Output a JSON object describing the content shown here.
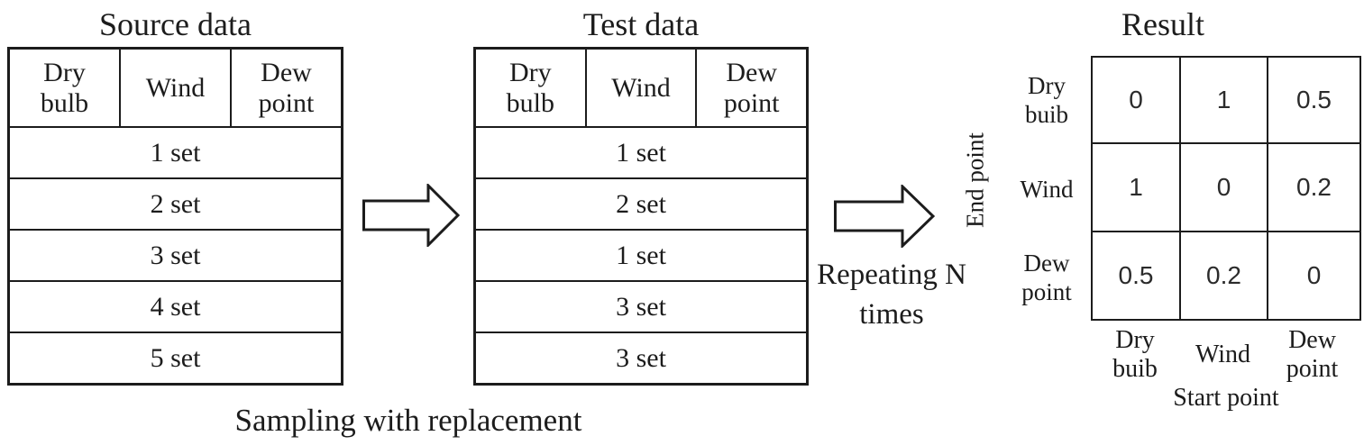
{
  "source_table": {
    "title": "Source data",
    "headers": [
      "Dry bulb",
      "Wind",
      "Dew point"
    ],
    "rows": [
      "1 set",
      "2 set",
      "3 set",
      "4 set",
      "5 set"
    ]
  },
  "test_table": {
    "title": "Test data",
    "headers": [
      "Dry bulb",
      "Wind",
      "Dew point"
    ],
    "rows": [
      "1 set",
      "2 set",
      "1 set",
      "3 set",
      "3 set"
    ]
  },
  "sampling_caption": "Sampling with replacement",
  "repeat_label": "Repeating N times",
  "result_matrix": {
    "title": "Result",
    "y_axis_label": "End point",
    "x_axis_label": "Start point",
    "row_labels": [
      "Dry buib",
      "Wind",
      "Dew point"
    ],
    "col_labels": [
      "Dry buib",
      "Wind",
      "Dew point"
    ],
    "values": [
      [
        "0",
        "1",
        "0.5"
      ],
      [
        "1",
        "0",
        "0.2"
      ],
      [
        "0.5",
        "0.2",
        "0"
      ]
    ]
  },
  "colors": {
    "line": "#1c1c1c",
    "background": "#ffffff"
  }
}
